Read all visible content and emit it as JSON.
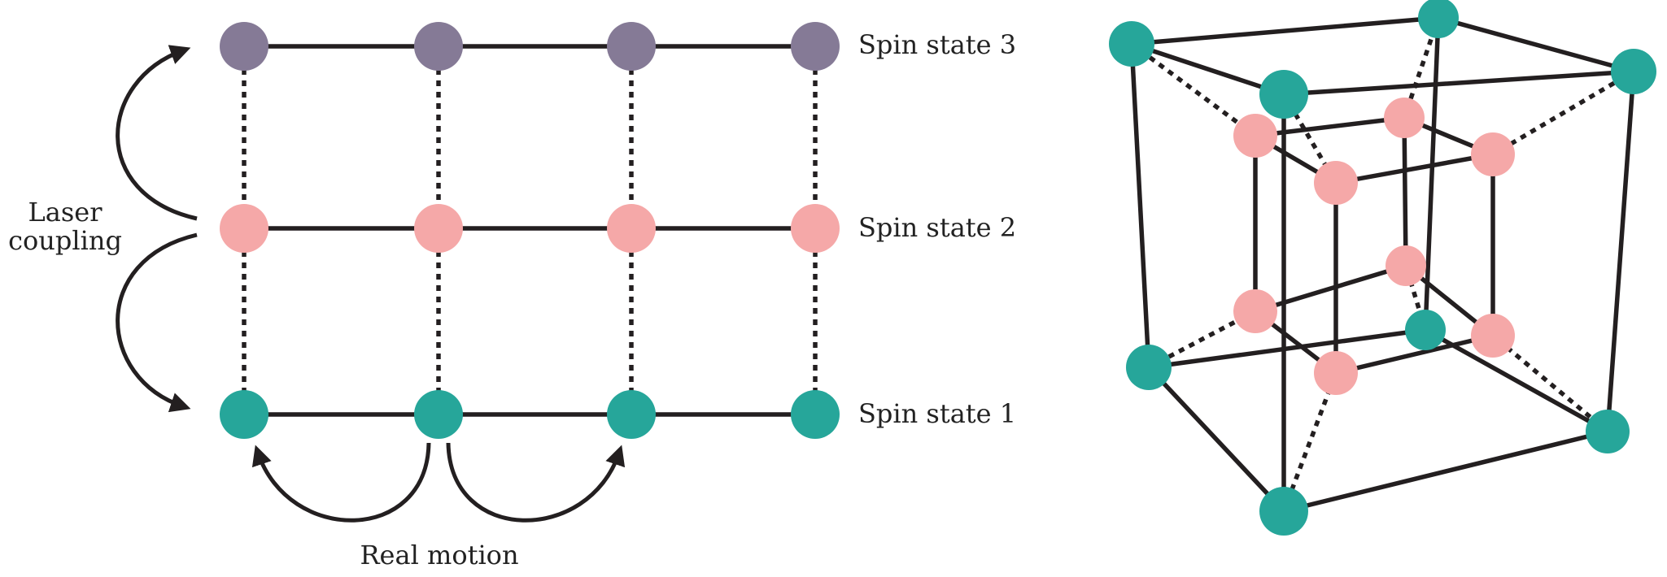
{
  "colors": {
    "spin1": "#26a69a",
    "spin2": "#f5a8a8",
    "spin3": "#857a96",
    "line": "#231f20"
  },
  "labels": {
    "spin_state_3": "Spin state 3",
    "spin_state_2": "Spin state 2",
    "spin_state_1": "Spin state 1",
    "laser_line1": "Laser",
    "laser_line2": "coupling",
    "real_motion": "Real motion"
  }
}
